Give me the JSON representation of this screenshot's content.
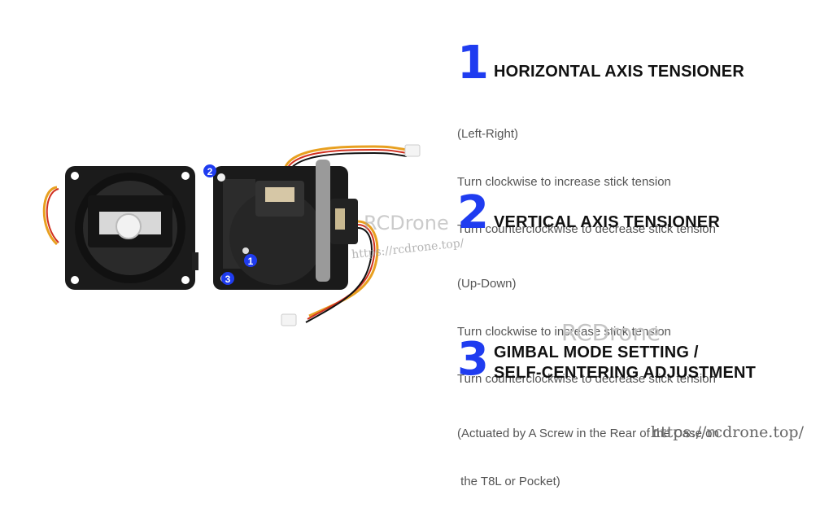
{
  "sections": [
    {
      "number": "1",
      "heading": "HORIZONTAL AXIS TENSIONER",
      "lines": [
        "(Left-Right)",
        "Turn clockwise to increase stick tension",
        "Turn counterclockwise to decrease stick tension"
      ]
    },
    {
      "number": "2",
      "heading": "VERTICAL AXIS TENSIONER",
      "lines": [
        "(Up-Down)",
        "Turn clockwise to increase stick tension",
        "Turn counterclockwise to decrease stick tension"
      ]
    },
    {
      "number": "3",
      "heading_lines": [
        "GIMBAL MODE SETTING /",
        "SELF-CENTERING ADJUSTMENT"
      ],
      "lines": [
        "(Actuated by A Screw in the Rear of the Case on",
        " the T8L or Pocket)"
      ]
    }
  ],
  "photo_markers": [
    "1",
    "2",
    "3"
  ],
  "watermarks": {
    "brand": "RCDrone",
    "photo_url": "https://rcdrone.top/",
    "footer_url": "https://rcdrone.top/"
  },
  "colors": {
    "accent": "#1f3cf0",
    "heading": "#111111",
    "body_text": "#555555"
  }
}
